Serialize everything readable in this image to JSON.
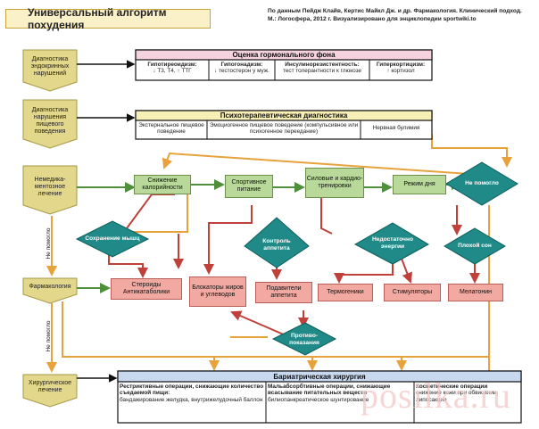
{
  "header": {
    "title": "Универсальный алгоритм похудения",
    "source": "По данным Пейдж Клайв, Кертис Майкл Дж. и др. Фармакология. Клинический подход. М.: Логосфера, 2012 г. Визуализировано для энциклопедии sportwiki.to"
  },
  "stages": {
    "s1": "Диагностика эндокринных нарушений",
    "s2": "Диагностика нарушения пищевого поведения",
    "s3": "Немедика-ментозное лечение",
    "s4": "Фармакология",
    "s5": "Хирургическое лечение"
  },
  "hormonal": {
    "title": "Оценка гормонального фона",
    "cols": [
      {
        "head": "Гипотиреоидизм:",
        "body": "↓ Т3, Т4, ↑ ТТГ"
      },
      {
        "head": "Гипогонадизм:",
        "body": "↓ тестостерон у муж."
      },
      {
        "head": "Инсулинорезистентность:",
        "body": "тест толерантности к глюкозе"
      },
      {
        "head": "Гиперкортицизм:",
        "body": "↑ кортизол"
      }
    ]
  },
  "psycho": {
    "title": "Психотерапевтическая диагностика",
    "cols": [
      "Экстернальное пищевое поведение",
      "Эмоциогенное пищевое поведение (компульсивное или психогенное переедание)",
      "Нервная булимия"
    ]
  },
  "nonmed": {
    "n1": "Снижение калорийности",
    "n2": "Спортивное питание",
    "n3": "Силовые и кардио-тренировки",
    "n4": "Режим дня",
    "not_helped": "Не помогло"
  },
  "decisions": {
    "d1": "Сохранение мышц",
    "d2": "Контроль аппетита",
    "d3": "Недостаточно энергии",
    "d4": "Плохой сон",
    "d5": "Противо-показания"
  },
  "pharma": {
    "p1": "Стероиды Антикатаболики",
    "p2": "Блокаторы жиров и углеводов",
    "p3": "Подавители аппетита",
    "p4": "Термогеники",
    "p5": "Стимуляторы",
    "p6": "Мелатонин"
  },
  "side": {
    "not_helped_1": "Не помогло",
    "not_helped_2": "Не помогло"
  },
  "bariatric": {
    "title": "Бариатрическая хирургия",
    "cols": [
      {
        "head": "Рестриктивные операции, снижающие количество съедаемой пищи:",
        "body": "бандажирование желудка, внутрижелудочный баллон"
      },
      {
        "head": "Мальабсорбтивные операции, снижающие всасывание питательных веществ",
        "body": "билиопанкреатическое шунтирование"
      },
      {
        "head": "Косметические операции",
        "body": "снижение кожи при обвисании, липосакция"
      }
    ]
  },
  "watermark": "posilka.ru",
  "colors": {
    "stage_fill": "#e2d78a",
    "green": "#b9d99a",
    "red": "#f2a9a2",
    "teal": "#1f8a87",
    "arrow_green": "#4f8f3a",
    "arrow_orange": "#e7a23b",
    "arrow_red": "#c0413a",
    "header_pink": "#f4d3de",
    "header_yellow": "#f7efb6",
    "header_blue": "#c7d8ef"
  }
}
